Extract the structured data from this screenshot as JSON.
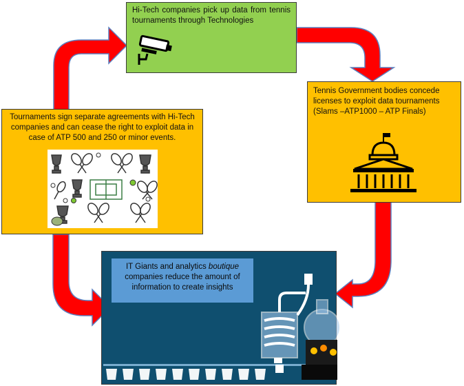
{
  "boxes": {
    "top": {
      "text": "Hi-Tech companies pick up data from tennis tournaments through Technologies",
      "icon": "security-camera-icon",
      "color": "#92d050"
    },
    "right": {
      "text": "Tennis Government bodies concede licenses to exploit data tournaments (Slams –ATP1000 – ATP Finals)",
      "icon": "government-building-icon",
      "color": "#ffc000"
    },
    "left": {
      "text": "Tournaments sign separate agreements with Hi-Tech companies and can cease the right to exploit data in case of ATP 500 and 250 or minor events.",
      "image": "tennis-trophies-and-rackets-illustration",
      "color": "#ffc000"
    },
    "bottom": {
      "text_before": "IT Giants and analytics ",
      "text_italic": "boutique",
      "text_after": " companies reduce the amount of information to create insights",
      "image": "data-distillation-illustration",
      "color": "#0f4f6f"
    }
  },
  "arrows": {
    "color": "#ff0000",
    "outline": "#5b7fbf"
  }
}
